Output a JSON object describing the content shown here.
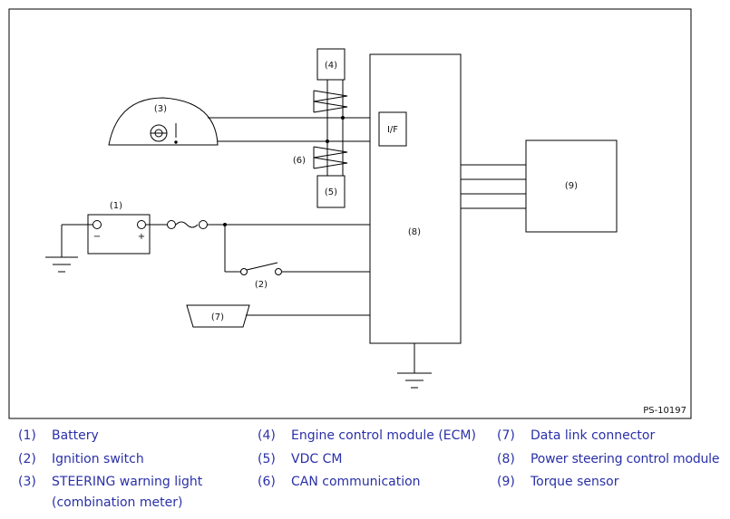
{
  "diagram": {
    "labels": {
      "battery": "(1)",
      "ignition_switch": "(2)",
      "warning_light": "(3)",
      "ecm": "(4)",
      "vdc_cm": "(5)",
      "can_comm": "(6)",
      "data_link": "(7)",
      "ps_module": "(8)",
      "torque_sensor": "(9)",
      "interface": "I/F",
      "battery_minus": "−",
      "battery_plus": "+",
      "figure_code": "PS-10197"
    }
  },
  "legend": {
    "items": [
      {
        "num": "(1)",
        "text": "Battery"
      },
      {
        "num": "(2)",
        "text": "Ignition switch"
      },
      {
        "num": "(3)",
        "text": "STEERING warning light",
        "text2": "(combination meter)"
      },
      {
        "num": "(4)",
        "text": "Engine control module (ECM)"
      },
      {
        "num": "(5)",
        "text": "VDC CM"
      },
      {
        "num": "(6)",
        "text": "CAN communication"
      },
      {
        "num": "(7)",
        "text": "Data link connector"
      },
      {
        "num": "(8)",
        "text": "Power steering control module"
      },
      {
        "num": "(9)",
        "text": "Torque sensor"
      }
    ]
  }
}
